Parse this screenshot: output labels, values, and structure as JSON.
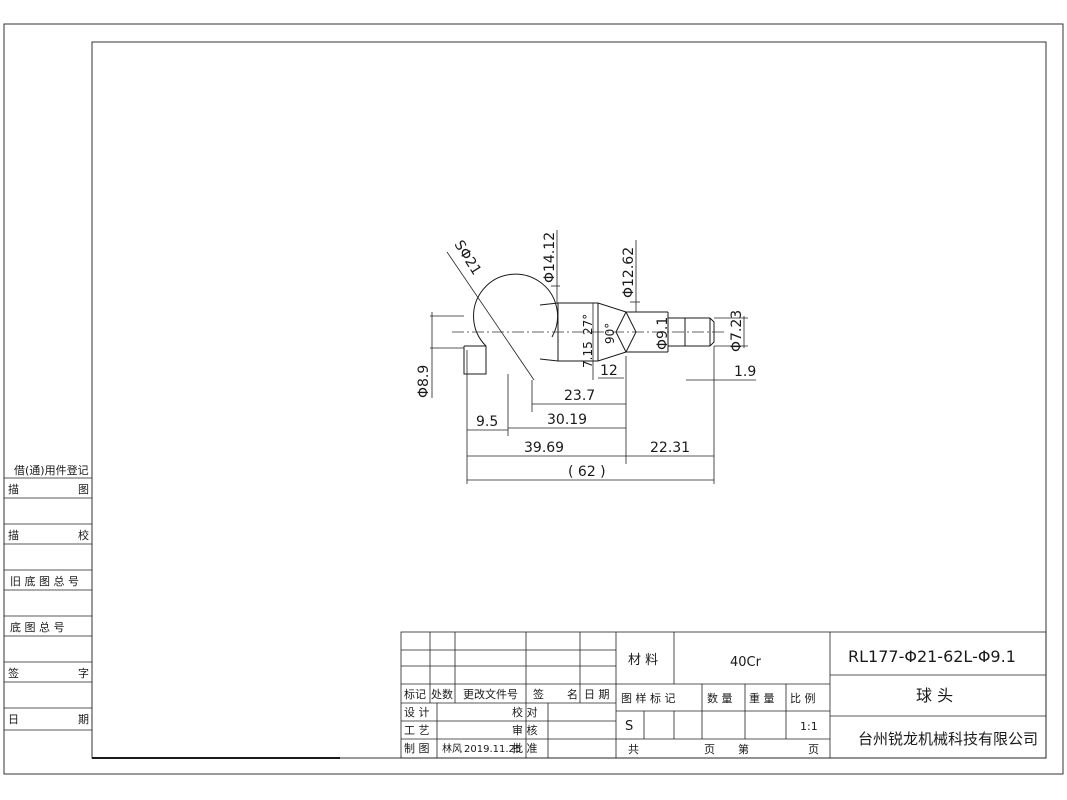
{
  "dimensions": {
    "sphere": "SΦ21",
    "d1412": "Φ14.12",
    "d1262": "Φ12.62",
    "d91": "Φ9.1",
    "d723": "Φ7.23",
    "d89": "Φ8.9",
    "taper": "27°",
    "v715": "7.15",
    "angle90": "90°",
    "v12": "12",
    "v19": "1.9",
    "v237": "23.7",
    "v3019": "30.19",
    "v95": "9.5",
    "v3969": "39.69",
    "v2231": "22.31",
    "v62": "( 62 )"
  },
  "side_table": {
    "header": "借(通)用件登记",
    "row1": [
      "描",
      "图"
    ],
    "row2": [
      "描",
      "校"
    ],
    "row3": "旧 底 图 总 号",
    "row4": "底  图  总  号",
    "row5": [
      "签",
      "字"
    ],
    "row6": [
      "日",
      "期"
    ]
  },
  "title_block": {
    "mark": "标记",
    "count": "处数",
    "change_doc": "更改文件号",
    "sign": "签",
    "name": "名",
    "date": "日 期",
    "design": "设  计",
    "process": "工  艺",
    "draw": "制  图",
    "drawer_name": "林风",
    "draw_date": "2019.11.25",
    "proofread": "校  对",
    "review": "审  核",
    "approve": "批  准",
    "material_label": "材  料",
    "material": "40Cr",
    "sample_mark": "图  样  标  记",
    "quantity": "数  量",
    "weight": "重  量",
    "scale_label": "比  例",
    "stage": "S",
    "scale": "1:1",
    "total": "共",
    "page": "页",
    "number": "第",
    "page2": "页",
    "drawing_no": "RL177-Φ21-62L-Φ9.1",
    "part_name": "球 头",
    "company": "台州锐龙机械科技有限公司"
  }
}
